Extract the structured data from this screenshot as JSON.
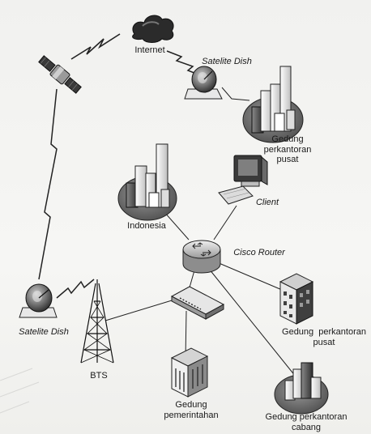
{
  "labels": {
    "internet": "Internet",
    "satelite_dish_top": "Satelite Dish",
    "gedung_pusat_top_1": "Gedung",
    "gedung_pusat_top_2": "perkantoran",
    "gedung_pusat_top_3": "pusat",
    "client": "Client",
    "indonesia": "Indonesia",
    "cisco_router": "Cisco Router",
    "satelite_dish_left": "Satelite Dish",
    "gedung_pusat_right_1": "Gedung  perkantoran",
    "gedung_pusat_right_2": "pusat",
    "bts": "BTS",
    "gedung_pemerintahan_1": "Gedung",
    "gedung_pemerintahan_2": "pemerintahan",
    "gedung_cabang_1": "Gedung perkantoran",
    "gedung_cabang_2": "cabang"
  }
}
